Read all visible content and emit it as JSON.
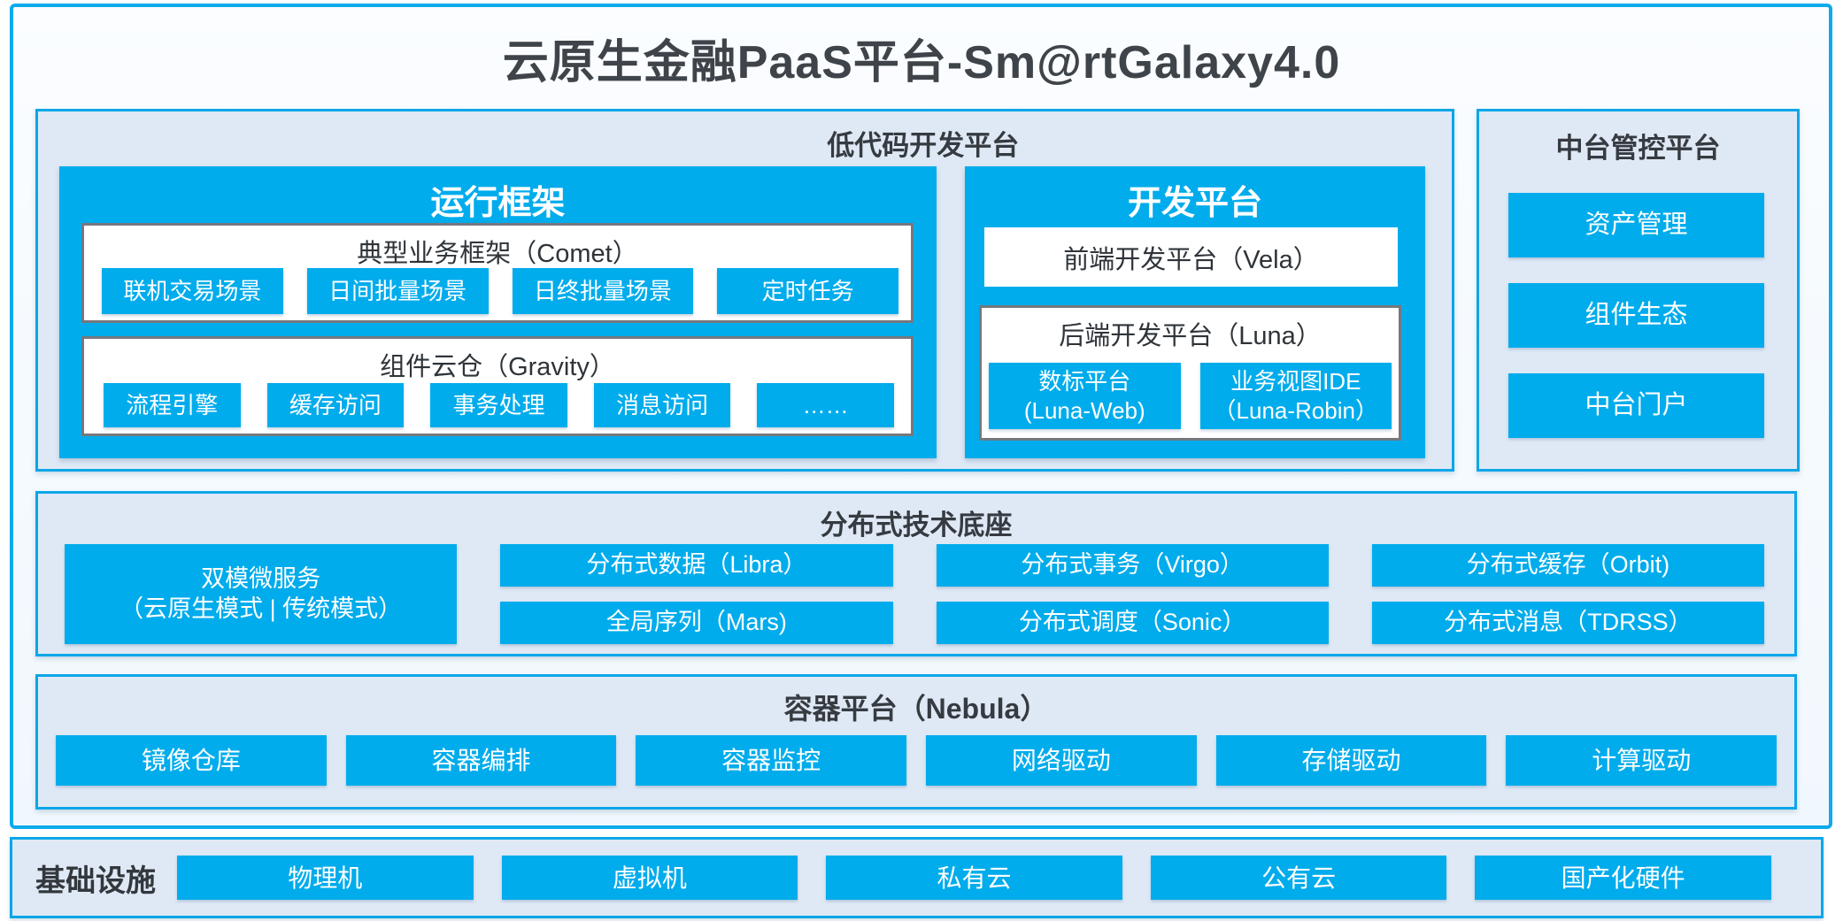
{
  "title": "云原生金融PaaS平台-Sm@rtGalaxy4.0",
  "colors": {
    "accent_blue": "#00ACEC",
    "panel_background": "#DFE9F5",
    "panel_border": "#0CA6E8",
    "frame_border": "#0DAAEC",
    "inner_box_border": "#75787E",
    "dark_text": "#3A4045",
    "white_text": "#FFFFFF"
  },
  "lowcode": {
    "title": "低代码开发平台",
    "runtime": {
      "title": "运行框架",
      "comet": {
        "title": "典型业务框架（Comet）",
        "items": [
          "联机交易场景",
          "日间批量场景",
          "日终批量场景",
          "定时任务"
        ]
      },
      "gravity": {
        "title": "组件云仓（Gravity）",
        "items": [
          "流程引擎",
          "缓存访问",
          "事务处理",
          "消息访问",
          "……"
        ]
      }
    },
    "dev": {
      "title": "开发平台",
      "vela_title": "前端开发平台（Vela）",
      "luna": {
        "title": "后端开发平台（Luna）",
        "items": [
          "数标平台\n(Luna-Web)",
          "业务视图IDE\n（Luna-Robin）"
        ]
      }
    }
  },
  "midplatform": {
    "title": "中台管控平台",
    "items": [
      "资产管理",
      "组件生态",
      "中台门户"
    ]
  },
  "distributed": {
    "title": "分布式技术底座",
    "featured": "双模微服务\n（云原生模式 | 传统模式）",
    "columns": [
      [
        "分布式数据（Libra）",
        "全局序列（Mars)"
      ],
      [
        "分布式事务（Virgo）",
        "分布式调度（Sonic）"
      ],
      [
        "分布式缓存（Orbit)",
        "分布式消息（TDRSS）"
      ]
    ]
  },
  "container_platform": {
    "title": "容器平台（Nebula）",
    "items": [
      "镜像仓库",
      "容器编排",
      "容器监控",
      "网络驱动",
      "存储驱动",
      "计算驱动"
    ]
  },
  "infrastructure": {
    "title": "基础设施",
    "items": [
      "物理机",
      "虚拟机",
      "私有云",
      "公有云",
      "国产化硬件"
    ]
  }
}
